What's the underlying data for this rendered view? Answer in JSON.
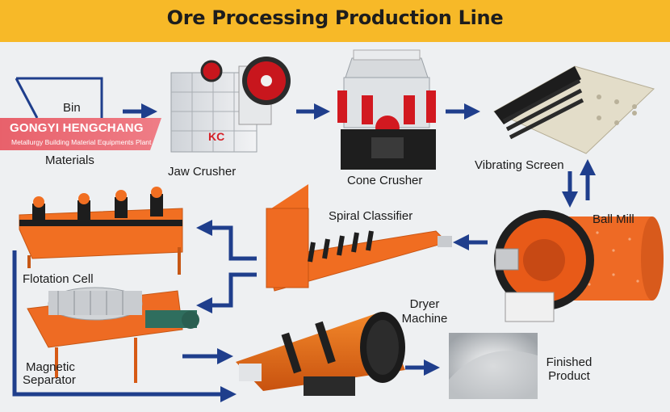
{
  "header": {
    "title": "Ore Processing Production Line"
  },
  "brand": {
    "name": "GONGYI HENGCHANG",
    "tagline": "Metallurgy Building Material Equipments Plant",
    "logo_text": "KC"
  },
  "stages": {
    "bin": "Bin",
    "materials": "Materials",
    "jaw_crusher": "Jaw Crusher",
    "cone_crusher": "Cone Crusher",
    "vibrating_screen": "Vibrating Screen",
    "ball_mill": "Ball Mill",
    "spiral_classifier": "Spiral Classifier",
    "flotation_cell": "Flotation Cell",
    "magnetic_separator_line1": "Magnetic",
    "magnetic_separator_line2": "Separator",
    "dryer_line1": "Dryer",
    "dryer_line2": "Machine",
    "finished_line1": "Finished",
    "finished_line2": "Product"
  },
  "colors": {
    "header": "#f7b928",
    "arrow": "#1f3e8c",
    "machine_orange": "#ec6a1f",
    "brand_banner": "#e8616b"
  }
}
